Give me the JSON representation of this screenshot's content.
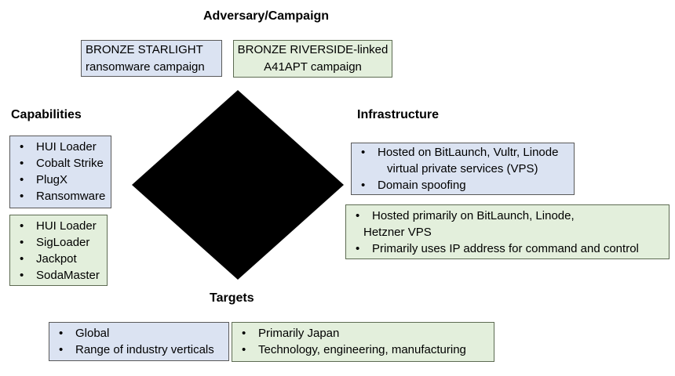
{
  "bullet_char": "•",
  "headings": {
    "adversary": "Adversary/Campaign",
    "capabilities": "Capabilities",
    "infrastructure": "Infrastructure",
    "targets": "Targets"
  },
  "colors": {
    "blue_fill": "#dbe3f2",
    "green_fill": "#e3efdc",
    "blue_border": "#595959",
    "green_border": "#5d6b52",
    "diamond": "#000000"
  },
  "boxes": {
    "adversary_blue": {
      "line1": "BRONZE STARLIGHT",
      "line2": "ransomware campaign"
    },
    "adversary_green": {
      "line1": "BRONZE RIVERSIDE-linked",
      "line2": "A41APT campaign"
    },
    "capabilities_blue": {
      "items": [
        "HUI Loader",
        "Cobalt Strike",
        "PlugX",
        "Ransomware"
      ]
    },
    "capabilities_green": {
      "items": [
        "HUI Loader",
        "SigLoader",
        "Jackpot",
        "SodaMaster"
      ]
    },
    "infrastructure_blue": {
      "item1": "Hosted on BitLaunch, Vultr, Linode",
      "item1_cont": "virtual private services (VPS)",
      "item2": "Domain spoofing"
    },
    "infrastructure_green": {
      "item1": "Hosted primarily on BitLaunch, Linode,",
      "item1_cont": "Hetzner VPS",
      "item2": "Primarily uses IP address for command and control"
    },
    "targets_blue": {
      "items": [
        "Global",
        "Range of industry verticals"
      ]
    },
    "targets_green": {
      "items": [
        "Primarily Japan",
        "Technology, engineering, manufacturing"
      ]
    }
  }
}
